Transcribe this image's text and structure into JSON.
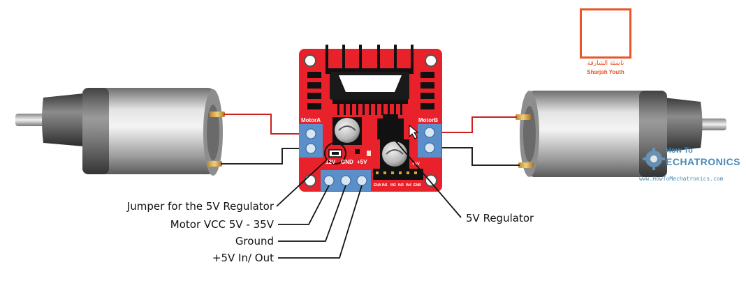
{
  "board": {
    "motor_a_label": "MotorA",
    "motor_b_label": "MotorB",
    "pin_12v": "12V",
    "pin_gnd": "GND",
    "pin_5v": "+5V",
    "pin_5v_header": "+5V",
    "header_labels": [
      "ENA",
      "IN1",
      "IN2",
      "IN3",
      "IN4",
      "ENB"
    ]
  },
  "callouts": {
    "jumper": "Jumper for the 5V Regulator",
    "motor_vcc": "Motor VCC 5V - 35V",
    "ground": "Ground",
    "v5_inout": "+5V In/ Out",
    "regulator": "5V Regulator"
  },
  "logo": {
    "arabic": "ناشئة الشارقة",
    "english": "Sharjah Youth"
  },
  "watermark": {
    "line1": "How To",
    "line2": "ECHATRONICS",
    "url": "www.HowToMechatronics.com"
  },
  "colors": {
    "pcb": "#e8212b",
    "terminal": "#5b8fc9",
    "wire_red": "#cc1f1f",
    "wire_black": "#222222",
    "logo_orange": "#e8562a",
    "logo_blue": "#2b3990"
  }
}
